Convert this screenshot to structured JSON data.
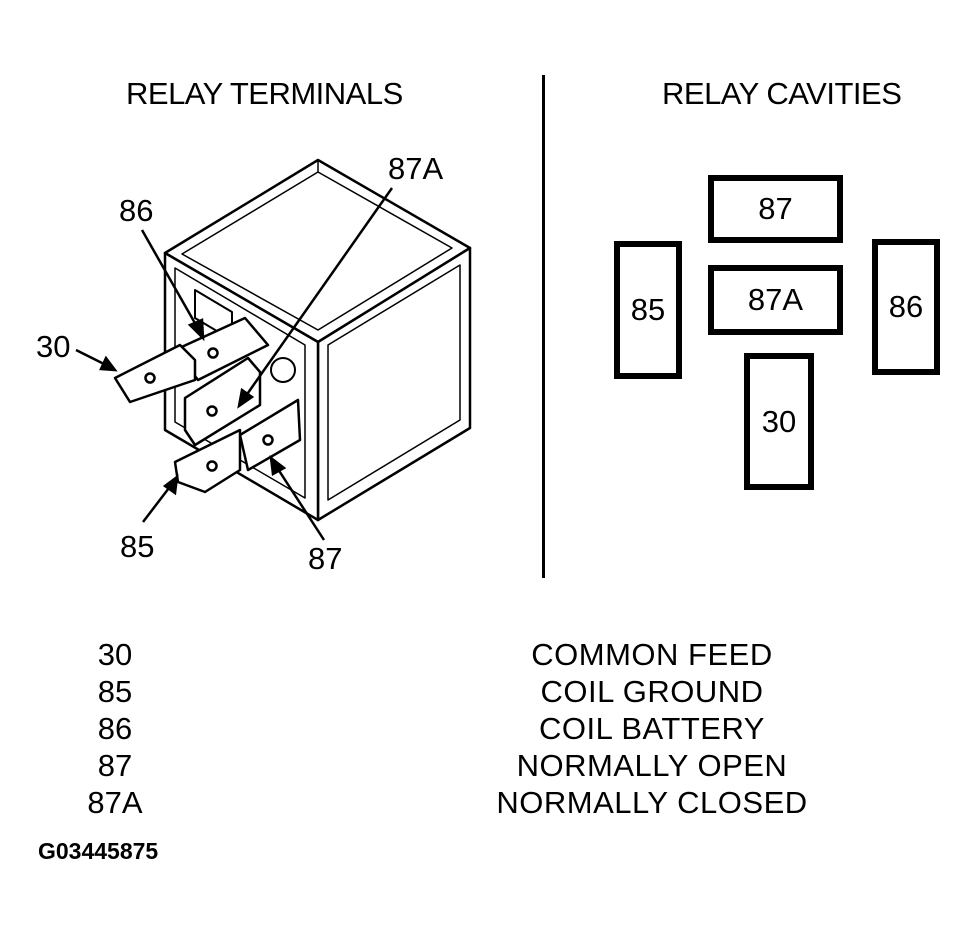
{
  "headings": {
    "terminals": "RELAY TERMINALS",
    "cavities": "RELAY CAVITIES"
  },
  "terminal_callouts": {
    "t30": "30",
    "t85": "85",
    "t86": "86",
    "t87": "87",
    "t87a": "87A"
  },
  "cavities": {
    "c87": "87",
    "c85": "85",
    "c87a": "87A",
    "c86": "86",
    "c30": "30"
  },
  "legend": [
    {
      "code": "30",
      "description": "COMMON FEED"
    },
    {
      "code": "85",
      "description": "COIL GROUND"
    },
    {
      "code": "86",
      "description": "COIL BATTERY"
    },
    {
      "code": "87",
      "description": "NORMALLY OPEN"
    },
    {
      "code": "87A",
      "description": "NORMALLY CLOSED"
    }
  ],
  "figure_id": "G03445875"
}
